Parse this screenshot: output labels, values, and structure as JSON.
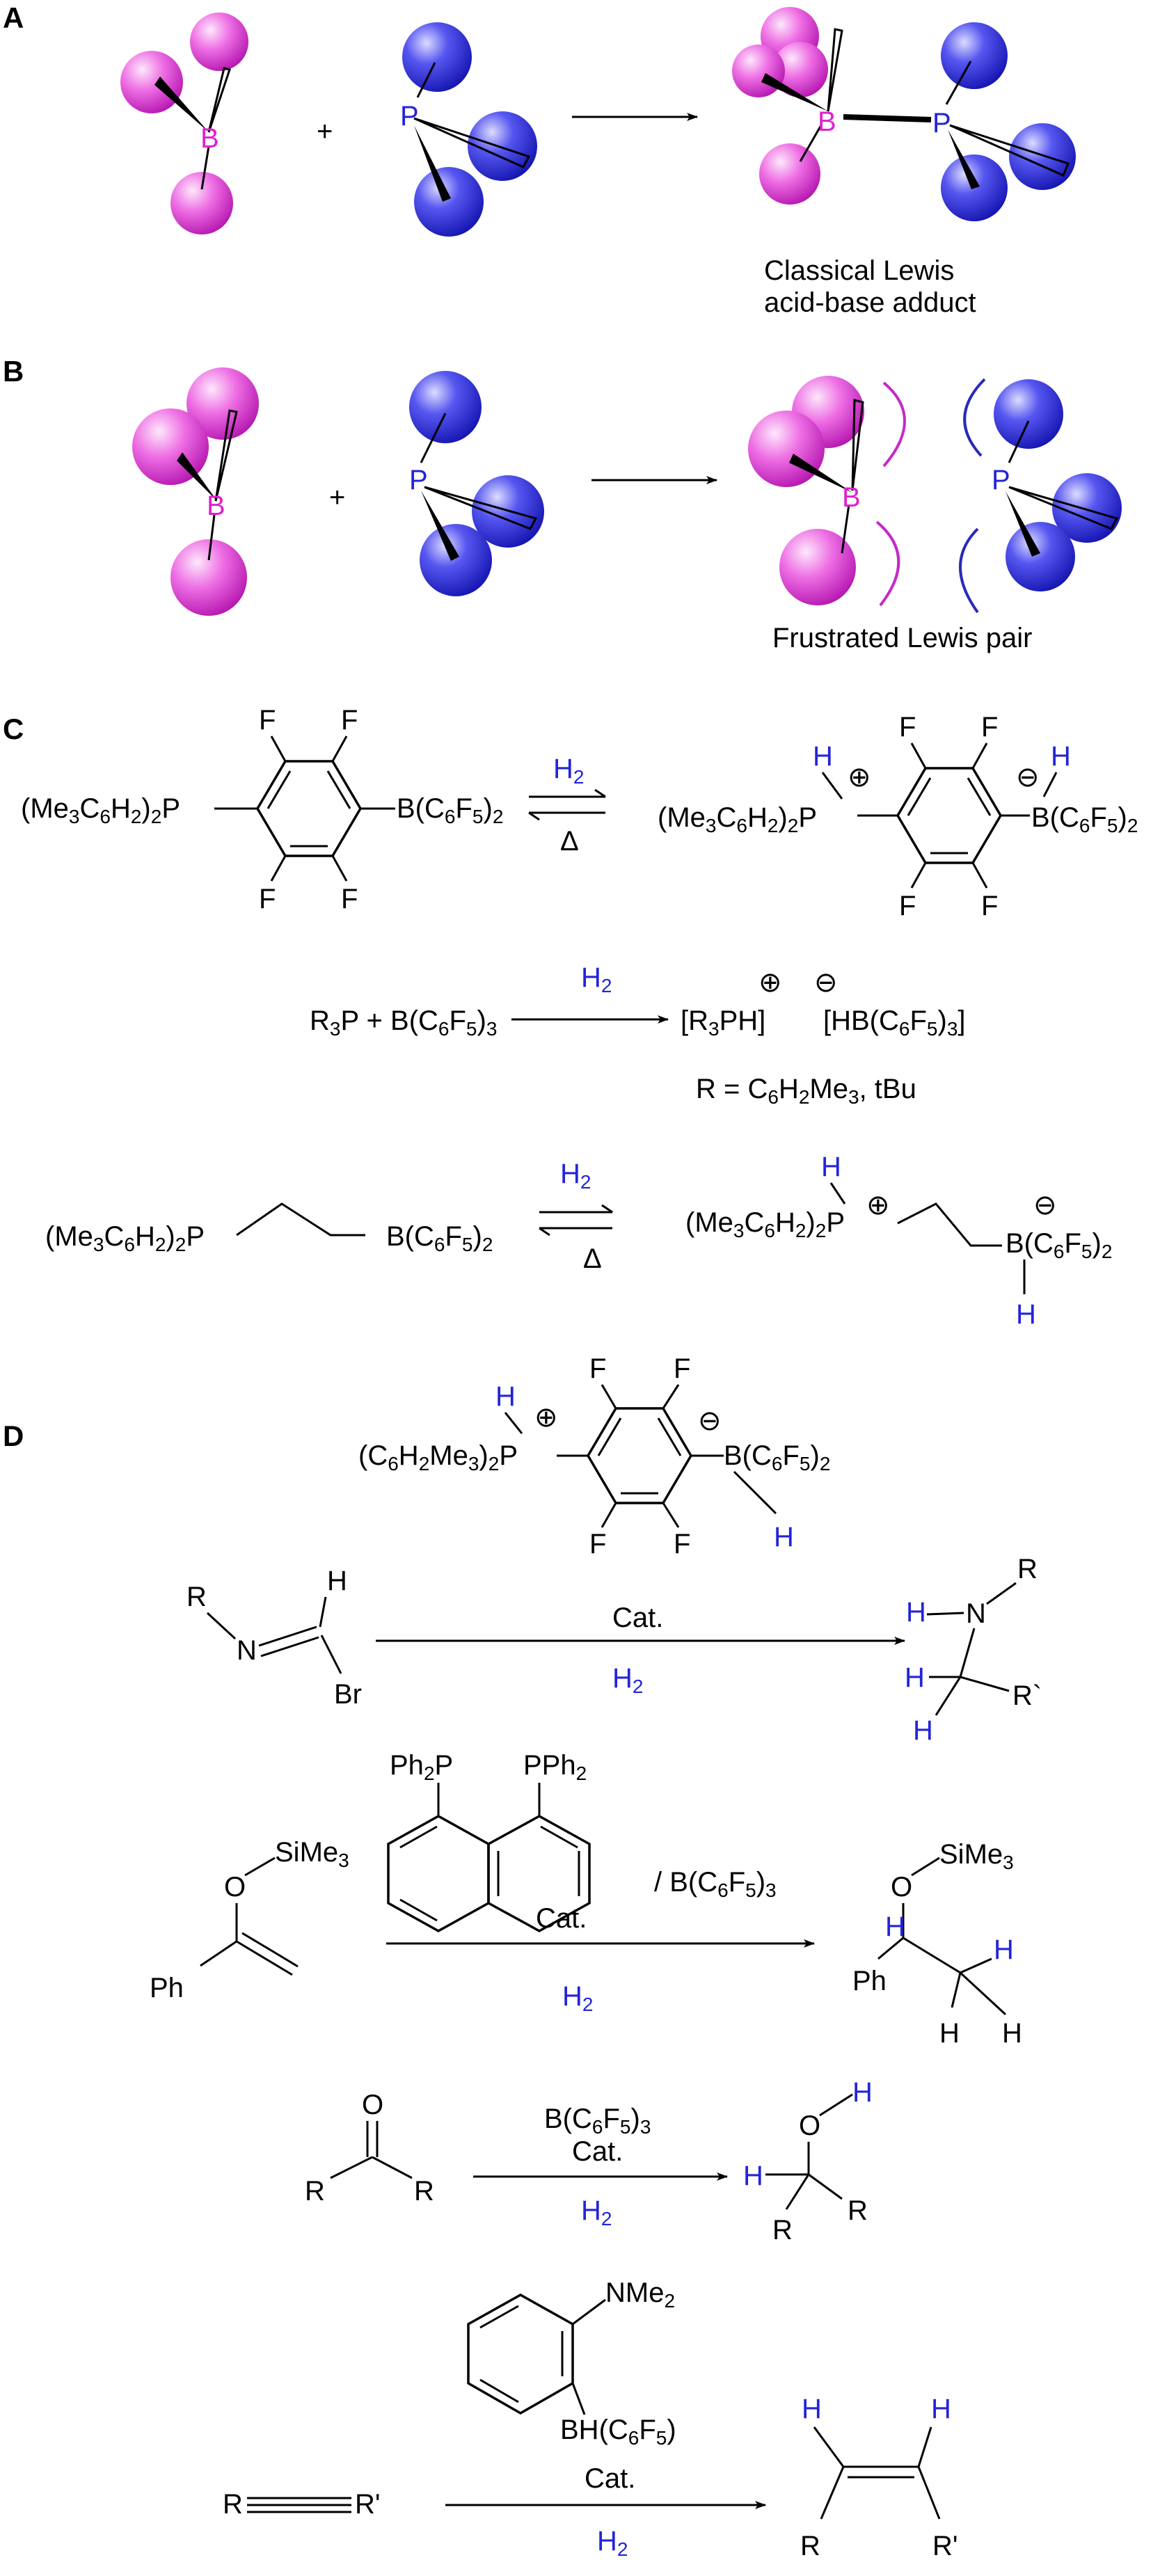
{
  "colors": {
    "boron": "#e020d0",
    "phosphorus": "#2424d8",
    "hydrogen": "#2424d8",
    "text": "#000000"
  },
  "panels": {
    "a": {
      "letter": "A",
      "b_atom": "B",
      "plus": "+",
      "p_atom": "P",
      "product_b": "B",
      "product_p": "P",
      "caption_line1": "Classical Lewis",
      "caption_line2": "acid-base adduct"
    },
    "b": {
      "letter": "B",
      "b_atom": "B",
      "plus": "+",
      "p_atom": "P",
      "product_b": "B",
      "product_p": "P",
      "caption": "Frustrated Lewis pair"
    },
    "c": {
      "letter": "C",
      "fluorine": "F",
      "reaction1": {
        "left_p": "(Me3C6H2)2P",
        "left_b": "B(C6F5)2",
        "above": "H2",
        "below": "Δ",
        "right_p": "(Me3C6H2)2P",
        "right_b": "B(C6F5)2",
        "h_p": "H",
        "h_b": "H",
        "plus_charge": "⊕",
        "minus_charge": "⊖"
      },
      "reaction2": {
        "left": "R3P + B(C6F5)3",
        "above": "H2",
        "product_a": "[R3PH]",
        "product_b": "[HB(C6F5)3]",
        "plus_charge": "⊕",
        "minus_charge": "⊖",
        "r_def": "R =  C6H2Me3, tBu"
      },
      "reaction3": {
        "left_p": "(Me3C6H2)2P",
        "left_b": "B(C6F5)2",
        "above": "H2",
        "below": "Δ",
        "right_p": "(Me3C6H2)2P",
        "right_b": "B(C6F5)2",
        "h_p": "H",
        "h_b": "H",
        "plus_charge": "⊕",
        "minus_charge": "⊖"
      }
    },
    "d": {
      "letter": "D",
      "catalyst1": {
        "p_group": "(C6H2Me3)2P",
        "b_group": "B(C6F5)2",
        "h_p": "H",
        "h_b": "H",
        "plus_charge": "⊕",
        "minus_charge": "⊖",
        "fluorine": "F"
      },
      "rxn1": {
        "sub_r": "R",
        "sub_n": "N",
        "sub_h": "H",
        "sub_br": "Br",
        "above": "Cat.",
        "below": "H2",
        "prod_h1": "H",
        "prod_n": "N",
        "prod_r": "R",
        "prod_h2": "H",
        "prod_h3": "H",
        "prod_r2": "R`"
      },
      "catalyst2": {
        "p_left": "Ph2P",
        "p_right": "PPh2",
        "co_cat": "/ B(C6F5)3"
      },
      "rxn2": {
        "sub_o": "O",
        "sub_si": "SiMe3",
        "sub_ph": "Ph",
        "above": "Cat.",
        "below": "H2",
        "prod_o": "O",
        "prod_si": "SiMe3",
        "prod_h1": "H",
        "prod_ph": "Ph",
        "prod_h2": "H",
        "prod_h3": "H",
        "prod_h4": "H"
      },
      "rxn3": {
        "sub_o": "O",
        "sub_r1": "R",
        "sub_r2": "R",
        "cat_line1": "B(C6F5)3",
        "cat_line2": "Cat.",
        "below": "H2",
        "prod_o": "O",
        "prod_h1": "H",
        "prod_h2": "H",
        "prod_r1": "R",
        "prod_r2": "R"
      },
      "catalyst4": {
        "amine": "NMe2",
        "borane": "BH(C6F5)"
      },
      "rxn4": {
        "sub_r1": "R",
        "sub_r2": "R'",
        "above": "Cat.",
        "below": "H2",
        "prod_h1": "H",
        "prod_h2": "H",
        "prod_r1": "R",
        "prod_r2": "R'"
      }
    }
  }
}
